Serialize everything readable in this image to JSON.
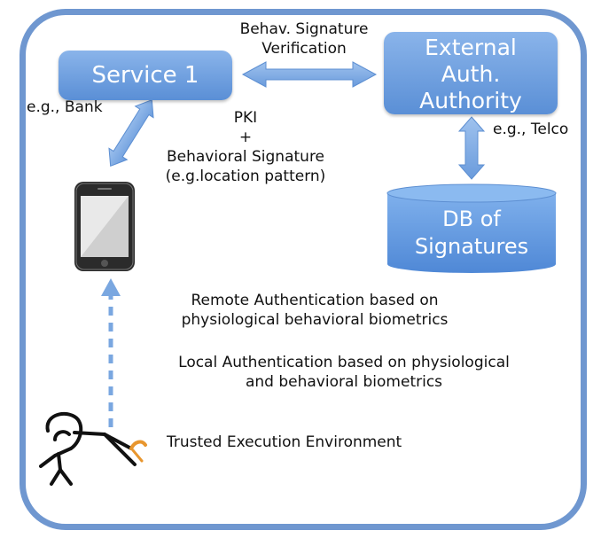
{
  "service1": {
    "label": "Service 1",
    "note": "e.g., Bank"
  },
  "external_authority": {
    "line1": "External",
    "line2": "Auth.",
    "line3": "Authority",
    "note": "e.g., Telco"
  },
  "arrow_top": {
    "line1": "Behav. Signature",
    "line2": "Verification"
  },
  "pki": {
    "line1": "PKI",
    "line2": "+",
    "line3": "Behavioral Signature",
    "line4": "(e.g.location pattern)"
  },
  "db": {
    "line1": "DB of",
    "line2": "Signatures"
  },
  "remote_auth": {
    "line1": "Remote Authentication based on",
    "line2": "physiological behavioral biometrics"
  },
  "local_auth": {
    "line1": "Local Authentication based on physiological",
    "line2": "and behavioral biometrics"
  },
  "tee": {
    "label": "Trusted Execution Environment"
  },
  "colors": {
    "frame": "#6f97d0",
    "box": "#6a9ee0",
    "arrow": "#7aa7e0",
    "accent": "#e8962e"
  }
}
